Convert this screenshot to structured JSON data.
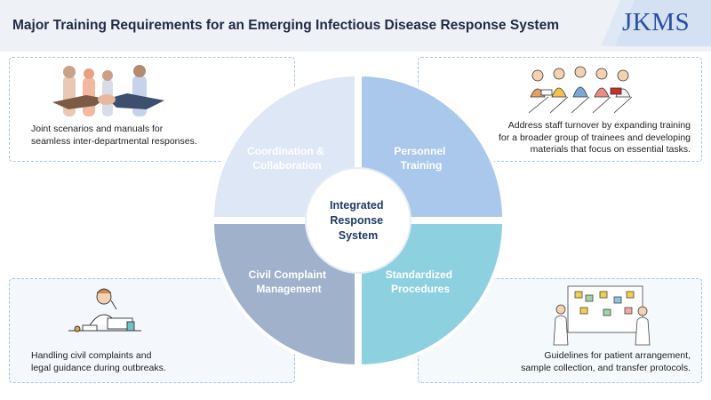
{
  "header": {
    "title": "Major Training  Requirements for an Emerging Infectious Disease Response System",
    "logo": "JKMS"
  },
  "center": {
    "lines": [
      "Integrated",
      "Response",
      "System"
    ]
  },
  "segments": [
    {
      "id": "coordination",
      "lines": [
        "Coordination &",
        "Collaboration"
      ],
      "color": "#dde7f6",
      "text_color": "#ffffff"
    },
    {
      "id": "personnel",
      "lines": [
        "Personnel",
        "Training"
      ],
      "color": "#a9c8ec",
      "text_color": "#ffffff"
    },
    {
      "id": "civil",
      "lines": [
        "Civil Complaint",
        "Management"
      ],
      "color": "#9fb1cb",
      "text_color": "#ffffff"
    },
    {
      "id": "standardized",
      "lines": [
        "Standardized",
        "Procedures"
      ],
      "color": "#8dd0df",
      "text_color": "#ffffff"
    }
  ],
  "cards": {
    "top_left": {
      "lines": [
        "Joint scenarios and manuals for",
        "seamless inter-departmental responses."
      ],
      "icon": "handshake-illustration"
    },
    "top_right": {
      "lines": [
        "Address staff turnover by expanding training",
        "for a broader group of trainees and developing",
        "materials that focus on essential tasks."
      ],
      "icon": "group-training-illustration"
    },
    "bottom_left": {
      "lines": [
        "Handling civil complaints and",
        "legal guidance during outbreaks."
      ],
      "icon": "stressed-worker-illustration"
    },
    "bottom_right": {
      "lines": [
        "Guidelines for patient arrangement,",
        "sample collection, and transfer protocols."
      ],
      "icon": "whiteboard-planning-illustration"
    }
  }
}
